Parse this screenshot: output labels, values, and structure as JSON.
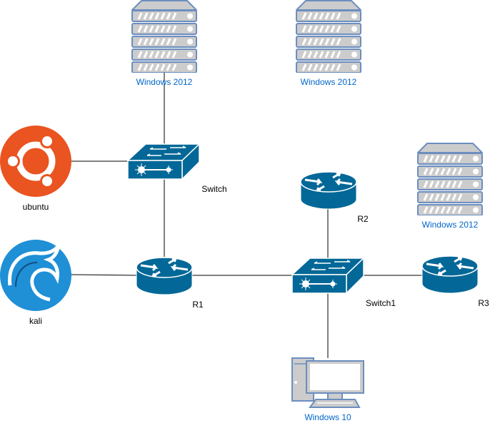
{
  "nodes": {
    "server1": {
      "label": "Windows 2012"
    },
    "server2": {
      "label": "Windows 2012"
    },
    "server3": {
      "label": "Windows 2012"
    },
    "ubuntu": {
      "label": "ubuntu"
    },
    "kali": {
      "label": "kali"
    },
    "switch": {
      "label": "Switch"
    },
    "r1": {
      "label": "R1"
    },
    "r2": {
      "label": "R2"
    },
    "switch1": {
      "label": "Switch1"
    },
    "r3": {
      "label": "R3"
    },
    "pc": {
      "label": "Windows 10"
    }
  },
  "colors": {
    "cisco_blue": "#036897",
    "server_fill": "#cccccc",
    "server_stroke": "#6c8ebf",
    "label_blue": "#0066cc",
    "ubuntu_orange": "#e95420",
    "kali_blue": "#1f8fd6"
  }
}
